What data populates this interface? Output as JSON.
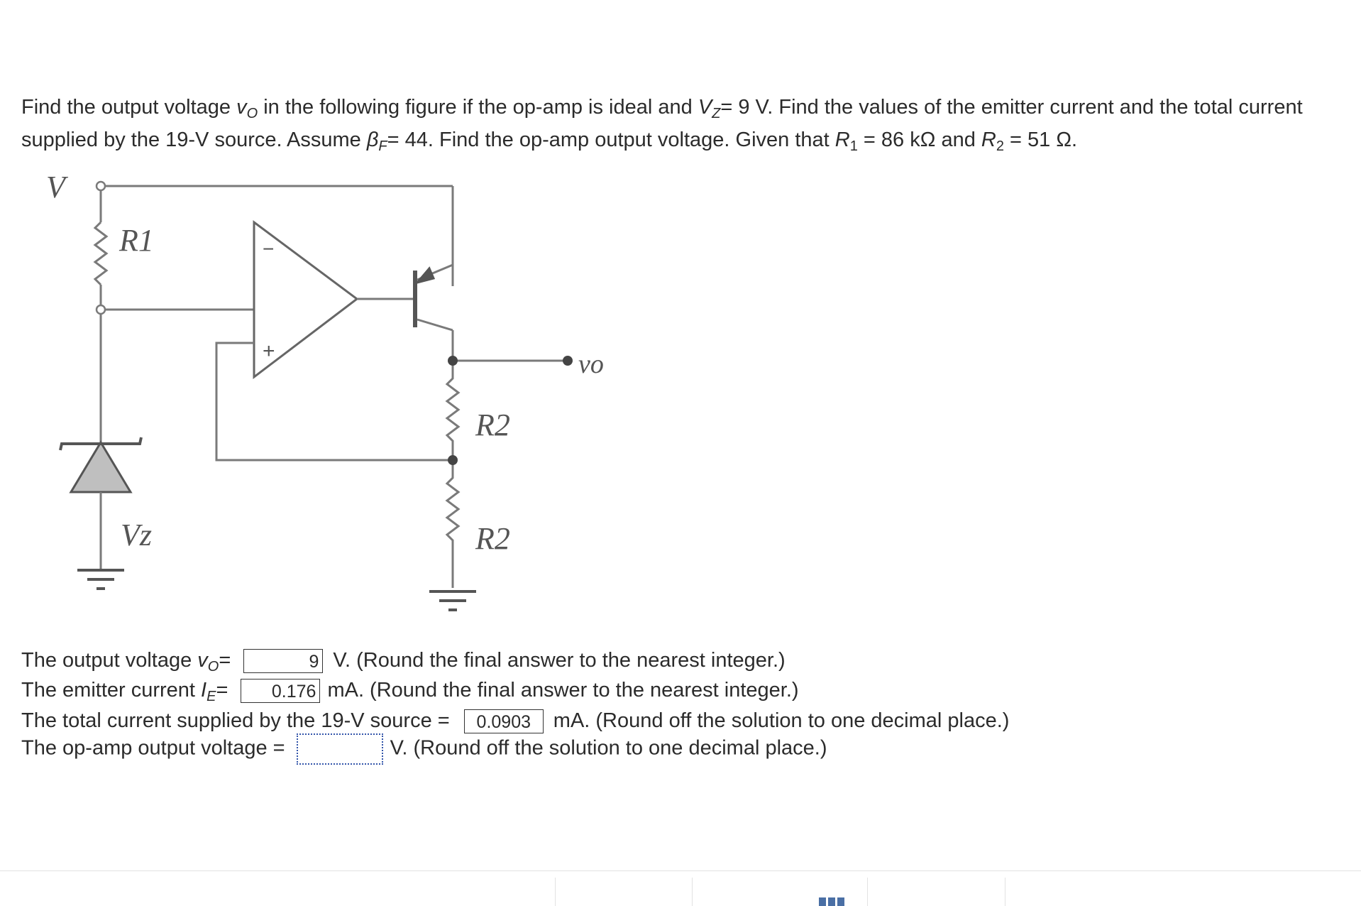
{
  "problem": {
    "t1": "Find the output voltage ",
    "v": "v",
    "O": "O",
    "t2": " in the following figure if the op-amp is ideal and ",
    "V": "V",
    "Z": "Z",
    "t3": "= 9 V. Find the values of the emitter current and the total current supplied by the 19-V source. Assume ",
    "beta": "β",
    "F": "F",
    "t4": "= 44. Find the op-amp output voltage. Given that ",
    "R": "R",
    "one": "1",
    "t5": " = 86 kΩ and ",
    "two": "2",
    "t6": " = 51 Ω."
  },
  "diagram": {
    "V": "V",
    "R1": "R1",
    "R2a": "R2",
    "R2b": "R2",
    "Vz": "Vz",
    "vo": "vo",
    "minus": "−",
    "plus": "+"
  },
  "answers": {
    "vo": {
      "pre": "The output voltage ",
      "v": "v",
      "O": "O",
      "eq": "=",
      "value": "9",
      "post": "V. (Round the final answer to the nearest integer.)"
    },
    "ie": {
      "pre": "The emitter current ",
      "I": "I",
      "E": "E",
      "eq": "=",
      "value": "0.176",
      "post": "mA.  (Round the final answer to the nearest integer.)"
    },
    "itotal": {
      "pre": "The total current supplied by the 19-V source =",
      "value": "0.0903",
      "post": "mA.  (Round off the solution to one decimal place.)"
    },
    "vopamp": {
      "pre": "The op-amp output voltage =",
      "value": "",
      "post": "V. (Round off the solution to one decimal place.)"
    }
  },
  "colors": {
    "wire": "#7a7a7a",
    "diode": "#bfbfbf",
    "active_border": "#3355aa",
    "pager": "#4a6fa5"
  },
  "icons": {
    "grid": "grid-icon"
  }
}
